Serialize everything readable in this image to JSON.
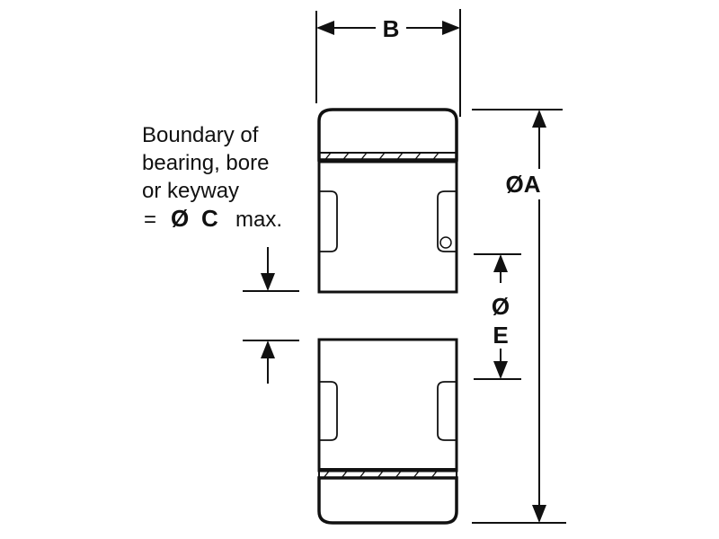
{
  "dimensions": {
    "width_label": "B",
    "outer_diameter_label": "ØA",
    "inner_diameter_symbol": "Ø",
    "inner_diameter_label": "E",
    "bore_symbol": "Ø",
    "bore_label": "C"
  },
  "note": {
    "line1": "Boundary of",
    "line2": "bearing, bore",
    "line3": "or keyway",
    "line4_prefix": "=",
    "line4_suffix": "max."
  }
}
